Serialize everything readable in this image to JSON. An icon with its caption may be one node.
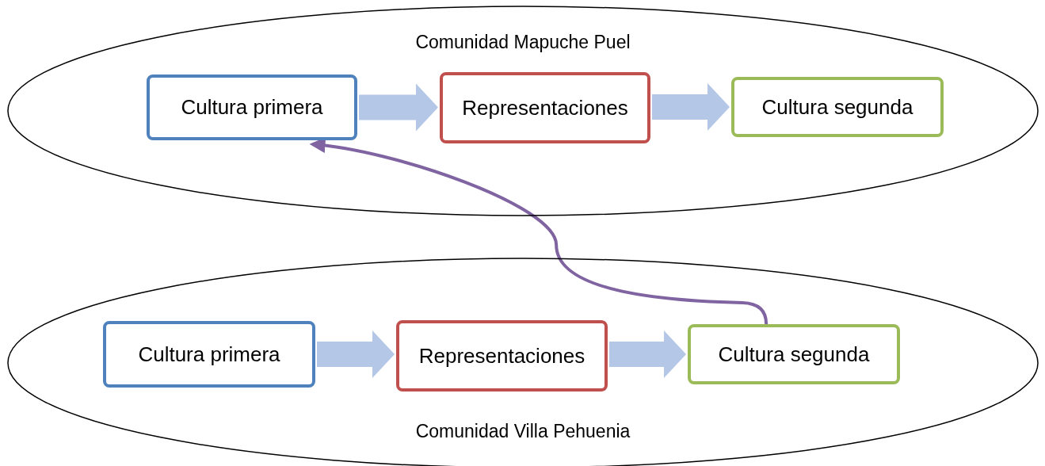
{
  "diagram": {
    "nodes": [
      {
        "text": [
          "Comunidad Mapuche Puel"
        ]
      },
      {
        "text": [
          "Cultura primera"
        ],
        "in": 0
      },
      {
        "text": [
          "Representaciones"
        ],
        "in": 0
      },
      {
        "text": [
          "Cultura segunda"
        ],
        "in": 0
      },
      {
        "text": [
          "Comunidad Villa Pehuenia"
        ]
      },
      {
        "text": [
          "Cultura primera"
        ],
        "in": 4
      },
      {
        "text": [
          "Representaciones"
        ],
        "in": 4
      },
      {
        "text": [
          "Cultura segunda"
        ],
        "in": 4
      }
    ],
    "edges": [
      {
        "from": 1,
        "to": 2,
        "arrow": "to",
        "style": "thick"
      },
      {
        "from": 2,
        "to": 3,
        "arrow": "to",
        "style": "thick"
      },
      {
        "from": 5,
        "to": 6,
        "arrow": "to",
        "style": "thick"
      },
      {
        "from": 6,
        "to": 7,
        "arrow": "to",
        "style": "thick"
      },
      {
        "from": 7,
        "to": 1,
        "arrow": "to",
        "color": "#8064a2"
      }
    ]
  }
}
